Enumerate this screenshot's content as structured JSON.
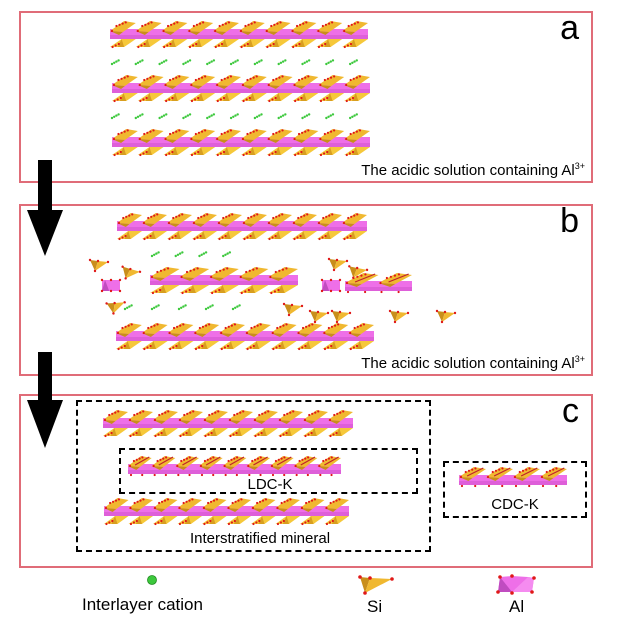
{
  "panels": {
    "a": {
      "letter": "a",
      "caption": "The acidic solution containing Al",
      "caption_sup": "3+"
    },
    "b": {
      "letter": "b",
      "caption": "The acidic solution containing Al",
      "caption_sup": "3+"
    },
    "c": {
      "letter": "c",
      "boxes": {
        "interstratified": "Interstratified mineral",
        "ldc": "LDC-K",
        "cdc": "CDC-K"
      }
    }
  },
  "legend": {
    "cation": "Interlayer cation",
    "si": "Si",
    "al": "Al"
  },
  "colors": {
    "frame": "#e06c78",
    "si_tetrahedron": "#f0b830",
    "al_octahedron": "#ee6fe8",
    "oxygen": "#e01818",
    "cation": "#3cc83c",
    "arrow": "#000000"
  }
}
